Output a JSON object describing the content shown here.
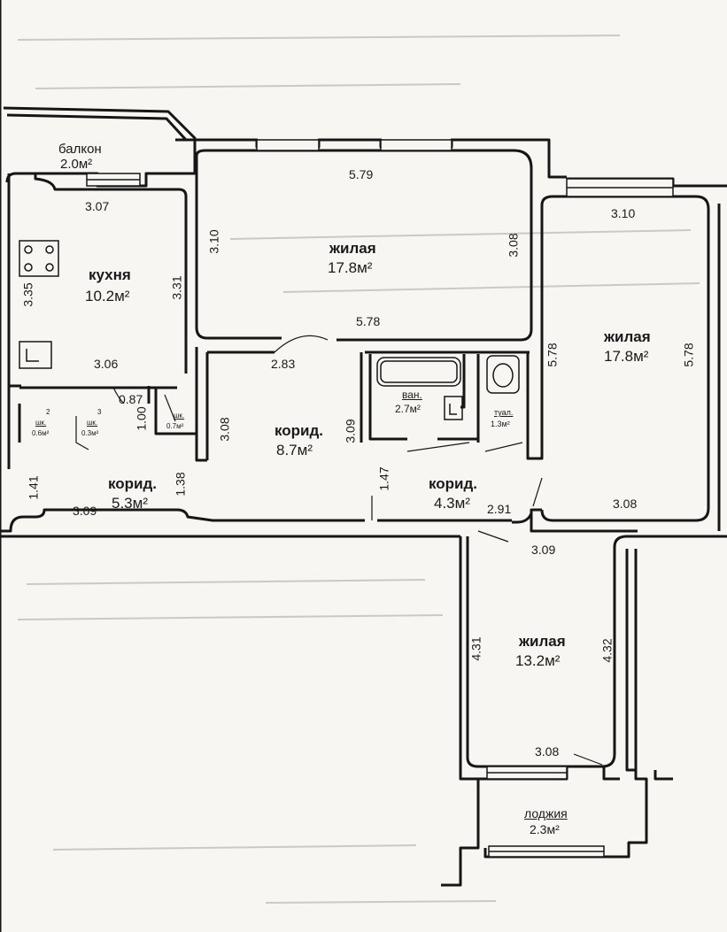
{
  "rooms": {
    "balcony": {
      "name": "балкон",
      "area": "2.0м²"
    },
    "kitchen": {
      "name": "кухня",
      "area": "10.2м²"
    },
    "living_top": {
      "name": "жилая",
      "area": "17.8м²"
    },
    "living_right": {
      "name": "жилая",
      "area": "17.8м²"
    },
    "living_bottom": {
      "name": "жилая",
      "area": "13.2м²"
    },
    "corridor_main": {
      "name": "корид.",
      "area": "8.7м²"
    },
    "corridor_left": {
      "name": "корид.",
      "area": "5.3м²"
    },
    "corridor_right": {
      "name": "корид.",
      "area": "4.3м²"
    },
    "bath": {
      "name": "ван.",
      "area": "2.7м²"
    },
    "toilet": {
      "name": "туал.",
      "area": "1.3м²"
    },
    "closet1": {
      "name": "шк.",
      "area": "0.6м²",
      "num": "2"
    },
    "closet2": {
      "name": "шк.",
      "area": "0.3м²",
      "num": "3"
    },
    "closet3": {
      "name": "шк.",
      "area": "0.7м²"
    },
    "loggia": {
      "name": "лоджия",
      "area": "2.3м²"
    }
  },
  "dimensions": {
    "kitchen_top": "3.07",
    "kitchen_left": "3.35",
    "kitchen_right": "3.31",
    "kitchen_bottom": "3.06",
    "living_top_top": "5.79",
    "living_top_left": "3.10",
    "living_top_right": "3.08",
    "living_top_bottom": "5.78",
    "corridor_main_top": "2.83",
    "corridor_main_left": "3.08",
    "corridor_main_right": "3.09",
    "closet_width": "0.87",
    "closet_depth": "1.00",
    "corridor_left_left": "1.41",
    "corridor_left_right": "1.38",
    "corridor_left_bottom": "3.09",
    "corridor_right_left": "1.47",
    "corridor_right_bottom": "2.91",
    "living_right_top": "3.10",
    "living_right_left": "5.78",
    "living_right_right": "5.78",
    "living_right_bottom": "3.08",
    "living_bottom_top": "3.09",
    "living_bottom_left": "4.31",
    "living_bottom_right": "4.32",
    "living_bottom_bottom": "3.08"
  }
}
